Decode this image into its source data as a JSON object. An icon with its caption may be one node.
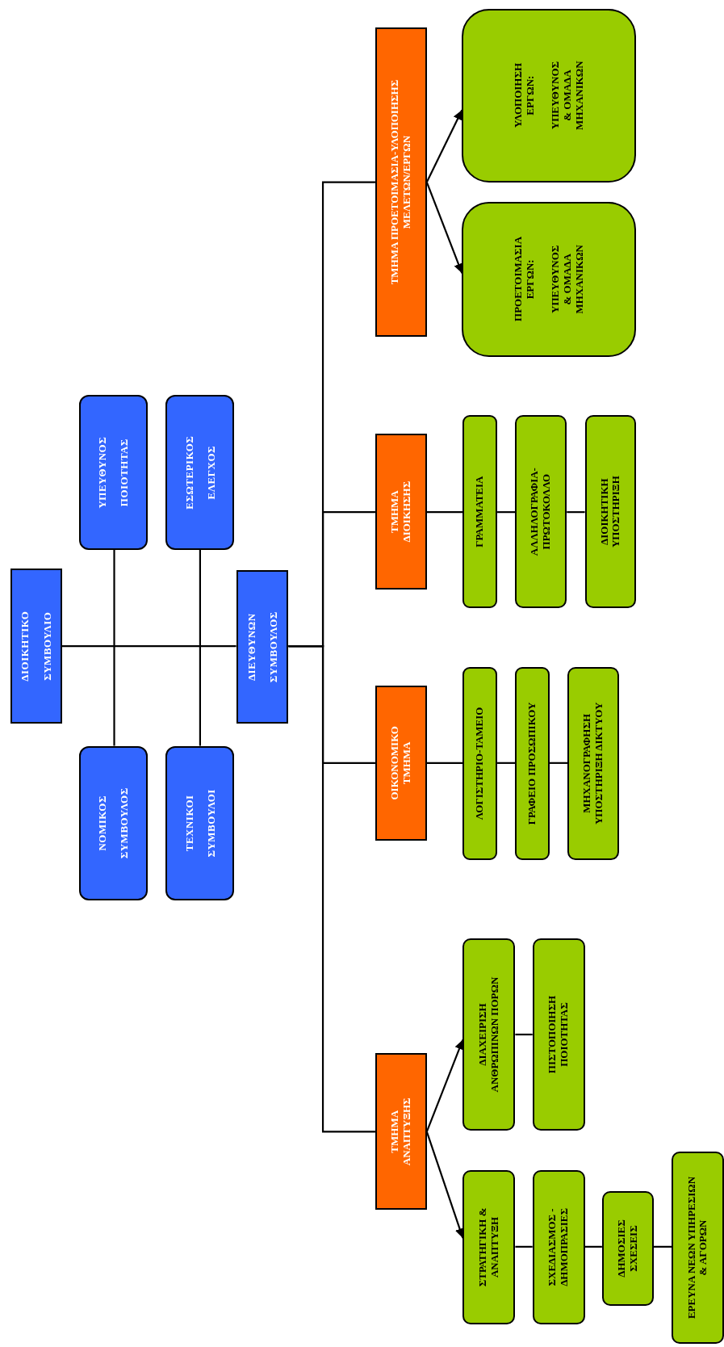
{
  "diagram": {
    "nodes": [
      {
        "text": [
          "ΔΙΟΙΚΗΤΙΚΟ ΣΥΜΒΟΥΛΙΟ"
        ]
      },
      {
        "text": [
          "ΥΠΕΥΘΥΝΟΣ ΠΟΙΟΤΗΤΑΣ"
        ]
      },
      {
        "text": [
          "ΕΣΩΤΕΡΙΚΟΣ ΕΛΕΓΧΟΣ"
        ]
      },
      {
        "text": [
          "ΝΟΜΙΚΟΣ ΣΥΜΒΟΥΛΟΣ"
        ]
      },
      {
        "text": [
          "ΤΕΧΝΙΚΟΙ ΣΥΜΒΟΥΛΟΙ"
        ]
      },
      {
        "text": [
          "ΔΙΕΥΘΥΝΩΝ ΣΥΜΒΟΥΛΟΣ"
        ]
      },
      {
        "text": [
          "ΤΜΗΜΑ ΠΡΟΕΤΟΙΜΑΣΙΑ-ΥΛΟΠΟΙΗΣΗΣ ΜΕΛΕΤΩΝ/ΕΡΓΩΝ"
        ]
      },
      {
        "text": [
          "ΤΜΗΜΑ ΔΙΟΙΚΗΣΗΣ"
        ]
      },
      {
        "text": [
          "ΟΙΚΟΝΟΜΙΚΟ ΤΜΗΜΑ"
        ]
      },
      {
        "text": [
          "ΤΜΗΜΑ ΑΝΑΠΤΥΞΗΣ"
        ]
      },
      {
        "text": [
          "ΥΛΟΠΟΙΗΣΗ ΕΡΓΩΝ:",
          "ΥΠΕΥΘΥΝΟΣ & ΟΜΑΔΑ ΜΗΧΑΝΙΚΩΝ"
        ]
      },
      {
        "text": [
          "ΠΡΟΕΤΟΙΜΑΣΙΑ ΕΡΓΩΝ:",
          "ΥΠΕΥΘΥΝΟΣ & ΟΜΑΔΑ ΜΗΧΑΝΙΚΩΝ"
        ]
      },
      {
        "text": [
          "ΓΡΑΜΜΑΤΕΙΑ"
        ]
      },
      {
        "text": [
          "ΑΛΛΗΛΟΓΡΑΦΙΑ-ΠΡΩΤΟΚΟΛΛΟ"
        ]
      },
      {
        "text": [
          "ΔΙΟΙΚΗΤΙΚΗ ΥΠΟΣΤΗΡΙΞΗ"
        ]
      },
      {
        "text": [
          "ΛΟΓΙΣΤΗΡΙΟ-ΤΑΜΕΙΟ"
        ]
      },
      {
        "text": [
          "ΓΡΑΦΕΙΟ ΠΡΟΣΩΠΙΚΟΥ"
        ]
      },
      {
        "text": [
          "ΜΗΧΑΝΟΓΡΑΦΗΣΗ ΥΠΟΣΤΗΡΙΞΗ ΔΙΚΤΥΟΥ"
        ]
      },
      {
        "text": [
          "ΔΙΑΧΕΙΡΙΣΗ ΑΝΘΡΩΠΙΝΩΝ ΠΟΡΩΝ"
        ]
      },
      {
        "text": [
          "ΠΙΣΤΟΠΟΙΗΣΗ ΠΟΙΟΤΗΤΑΣ"
        ]
      },
      {
        "text": [
          "ΣΤΡΑΤΗΓΙΚΗ & ΑΝΑΠΤΥΞΗ"
        ]
      },
      {
        "text": [
          "ΣΧΕΔΙΑΣΜΟΣ - ΔΗΜΟΠΡΑΣΙΕΣ"
        ]
      },
      {
        "text": [
          "ΔΗΜΟΣΙΕΣ ΣΧΕΣΕΙΣ"
        ]
      },
      {
        "text": [
          "ΕΡΕΥΝΑ ΝΕΩΝ ΥΠΗΡΕΣΙΩΝ & ΑΓΟΡΩΝ"
        ]
      }
    ],
    "edges": [
      {
        "from": 0,
        "to": 5,
        "arrow": "none"
      },
      {
        "from": 1,
        "to": 3,
        "arrow": "none"
      },
      {
        "from": 2,
        "to": 4,
        "arrow": "none"
      },
      {
        "from": 5,
        "to": 6,
        "arrow": "none"
      },
      {
        "from": 5,
        "to": 7,
        "arrow": "none"
      },
      {
        "from": 5,
        "to": 8,
        "arrow": "none"
      },
      {
        "from": 5,
        "to": 9,
        "arrow": "none"
      },
      {
        "from": 6,
        "to": 10,
        "arrow": "to"
      },
      {
        "from": 6,
        "to": 11,
        "arrow": "to"
      },
      {
        "from": 7,
        "to": 12,
        "arrow": "none"
      },
      {
        "from": 12,
        "to": 13,
        "arrow": "none"
      },
      {
        "from": 13,
        "to": 14,
        "arrow": "none"
      },
      {
        "from": 8,
        "to": 15,
        "arrow": "none"
      },
      {
        "from": 15,
        "to": 16,
        "arrow": "none"
      },
      {
        "from": 16,
        "to": 17,
        "arrow": "none"
      },
      {
        "from": 9,
        "to": 18,
        "arrow": "to"
      },
      {
        "from": 9,
        "to": 20,
        "arrow": "to"
      },
      {
        "from": 18,
        "to": 19,
        "arrow": "none"
      },
      {
        "from": 20,
        "to": 21,
        "arrow": "none"
      },
      {
        "from": 21,
        "to": 22,
        "arrow": "none"
      },
      {
        "from": 22,
        "to": 23,
        "arrow": "none"
      }
    ]
  }
}
